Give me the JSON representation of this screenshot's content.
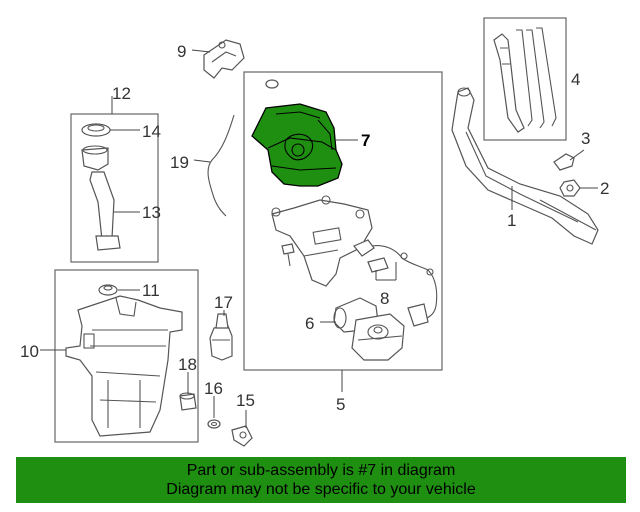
{
  "callouts": {
    "c1": "1",
    "c2": "2",
    "c3": "3",
    "c4": "4",
    "c5": "5",
    "c6": "6",
    "c7": "7",
    "c8": "8",
    "c9": "9",
    "c10": "10",
    "c11": "11",
    "c12": "12",
    "c13": "13",
    "c14": "14",
    "c15": "15",
    "c16": "16",
    "c17": "17",
    "c18": "18",
    "c19": "19"
  },
  "highlight": {
    "part": "7",
    "color": "#1f8f12"
  },
  "banner": {
    "line1": "Part or sub-assembly is #7 in diagram",
    "line2": "Diagram may not be specific to your vehicle",
    "color": "#1f8f12"
  }
}
